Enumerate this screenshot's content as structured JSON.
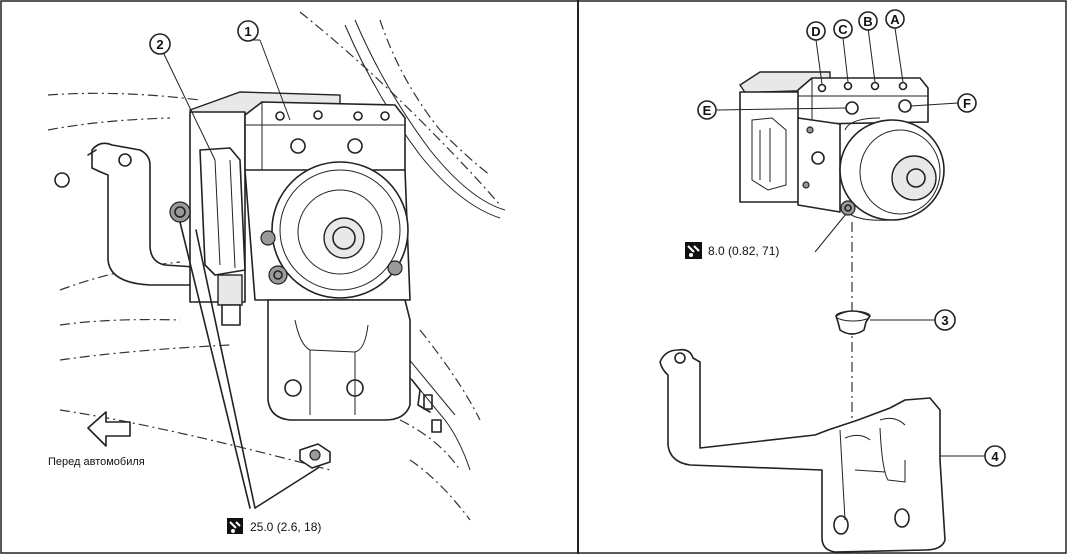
{
  "left_panel": {
    "callouts": {
      "c1": "1",
      "c2": "2"
    },
    "front_label": "Перед автомобиля",
    "torque_label": "25.0 (2.6, 18)",
    "icons": {
      "front_arrow": "arrow-left-outline-icon",
      "torque": "torque-wrench-icon"
    }
  },
  "right_panel": {
    "port_callouts": {
      "a": "A",
      "b": "B",
      "c": "C",
      "d": "D",
      "e": "E",
      "f": "F"
    },
    "callouts": {
      "c3": "3",
      "c4": "4"
    },
    "torque_label": "8.0 (0.82, 71)",
    "icons": {
      "torque": "torque-wrench-icon"
    }
  }
}
